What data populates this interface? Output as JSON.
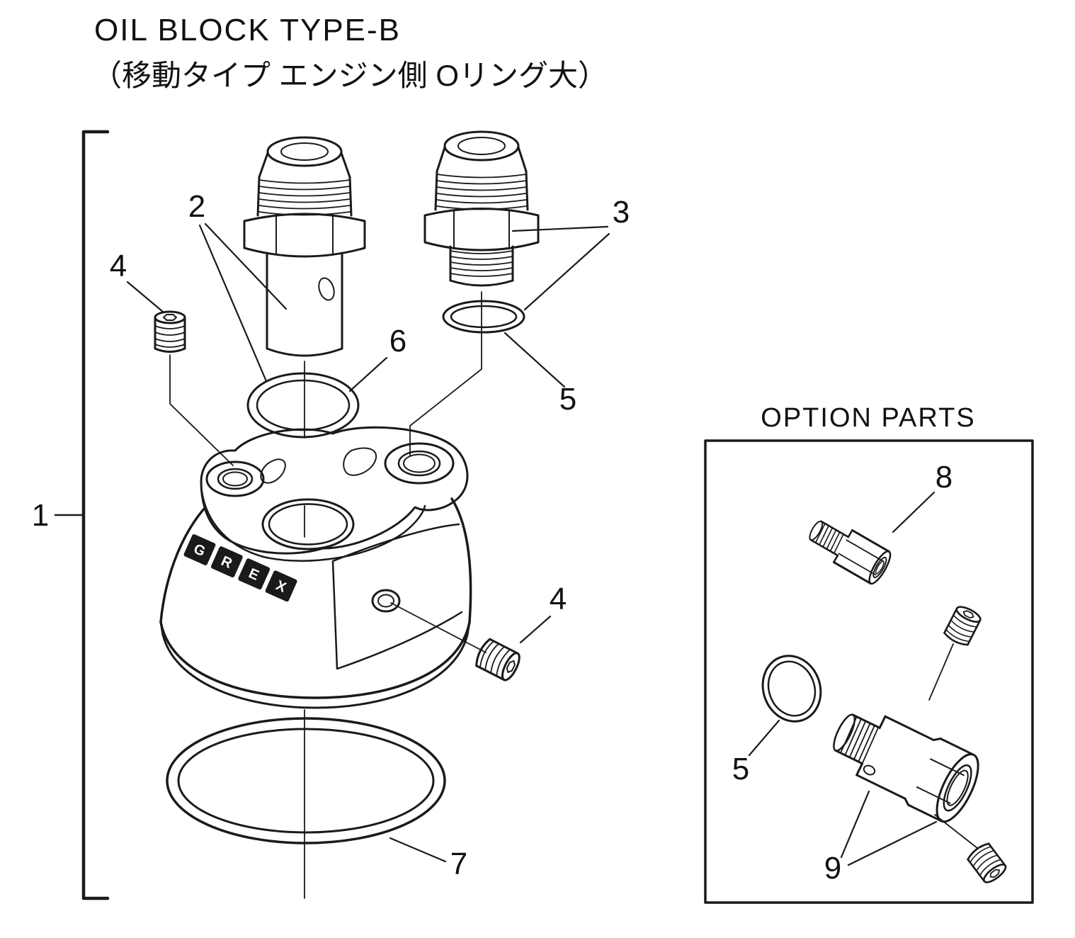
{
  "title": "OIL BLOCK TYPE-B",
  "subtitle": "（移動タイプ エンジン側 Oリング大）",
  "option_box": {
    "heading": "OPTION PARTS"
  },
  "logo_letters": [
    "G",
    "R",
    "E",
    "X"
  ],
  "part_labels": {
    "bracket_assembly": "1",
    "fitting_left": "2",
    "fitting_right": "3",
    "plug_left": "4",
    "plug_right": "4",
    "oring_fitting": "5",
    "oring_center": "6",
    "oring_base": "7",
    "adapter": "8",
    "oring_option": "5",
    "sensor_block": "9"
  },
  "colors": {
    "line": "#1a1a1a",
    "background": "#ffffff"
  }
}
